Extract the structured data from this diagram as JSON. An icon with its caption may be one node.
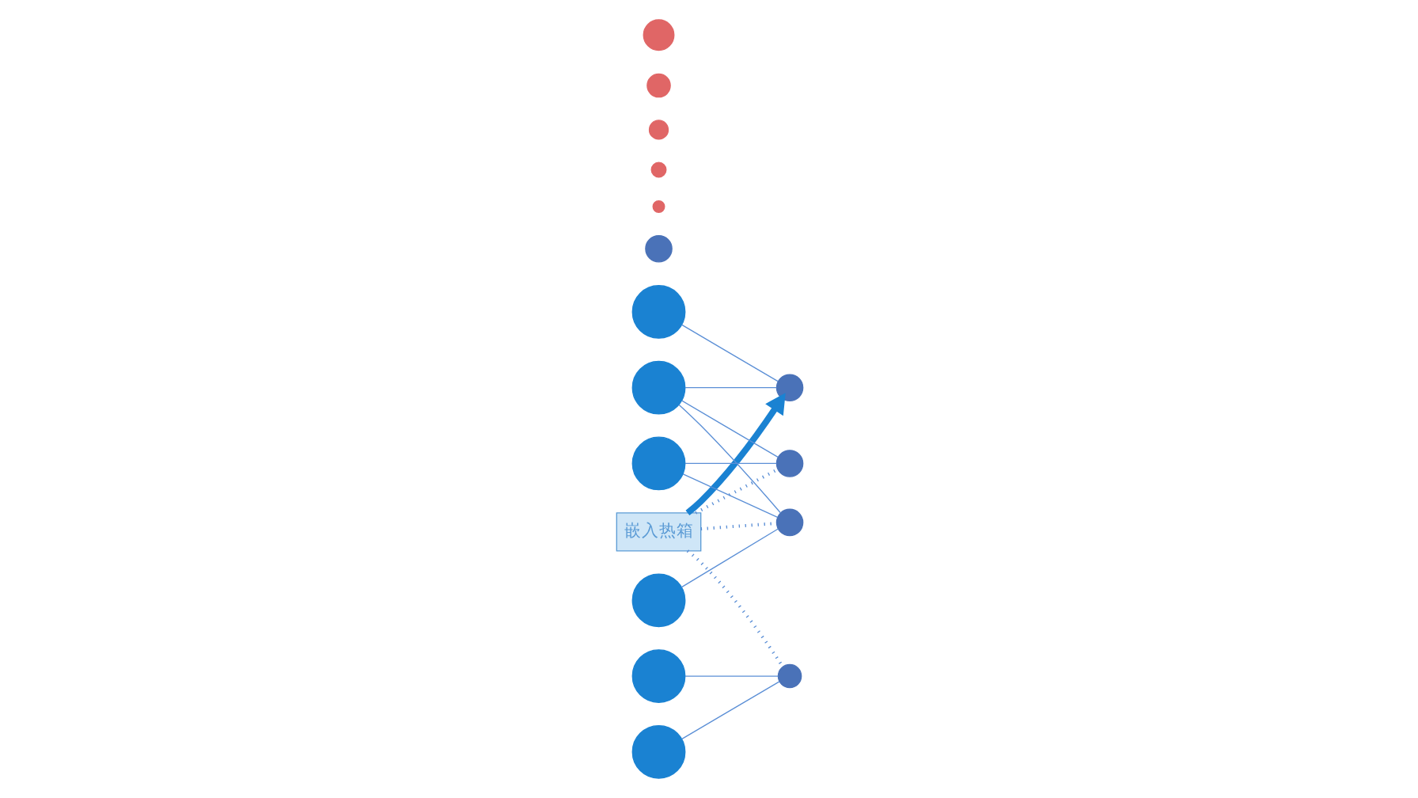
{
  "diagram": {
    "nodes": [
      {
        "text": [
          "嵌入热箱"
        ]
      },
      {
        "text": [],
        "shape": "circle"
      },
      {
        "text": [],
        "shape": "circle"
      },
      {
        "text": [],
        "shape": "circle"
      },
      {
        "text": [],
        "shape": "circle"
      },
      {
        "text": [],
        "shape": "circle"
      },
      {
        "text": [],
        "shape": "circle"
      },
      {
        "text": [],
        "shape": "circle"
      },
      {
        "text": [],
        "shape": "circle"
      },
      {
        "text": [],
        "shape": "circle"
      },
      {
        "text": [],
        "shape": "circle"
      },
      {
        "text": [],
        "shape": "circle"
      },
      {
        "text": [],
        "shape": "circle"
      },
      {
        "text": [],
        "shape": "circle"
      },
      {
        "text": [],
        "shape": "circle"
      },
      {
        "text": [],
        "shape": "circle"
      },
      {
        "text": [],
        "shape": "circle"
      }
    ],
    "edges": [
      {
        "from": 0,
        "to": 5,
        "arrow": "to",
        "style": "thick"
      },
      {
        "from": 0,
        "to": 8,
        "arrow": "none",
        "style": "dashed"
      },
      {
        "from": 0,
        "to": 12,
        "arrow": "none",
        "style": "dashed"
      },
      {
        "from": 0,
        "to": 11,
        "arrow": "none",
        "style": "dashed"
      },
      {
        "from": 3,
        "to": 5,
        "arrow": "none"
      },
      {
        "from": 6,
        "to": 5,
        "arrow": "none"
      },
      {
        "from": 6,
        "to": 8,
        "arrow": "none"
      },
      {
        "from": 6,
        "to": 12,
        "arrow": "none"
      },
      {
        "from": 10,
        "to": 8,
        "arrow": "none"
      },
      {
        "from": 10,
        "to": 12,
        "arrow": "none"
      },
      {
        "from": 14,
        "to": 12,
        "arrow": "none"
      },
      {
        "from": 9,
        "to": 11,
        "arrow": "none"
      },
      {
        "from": 15,
        "to": 11,
        "arrow": "none"
      }
    ]
  }
}
